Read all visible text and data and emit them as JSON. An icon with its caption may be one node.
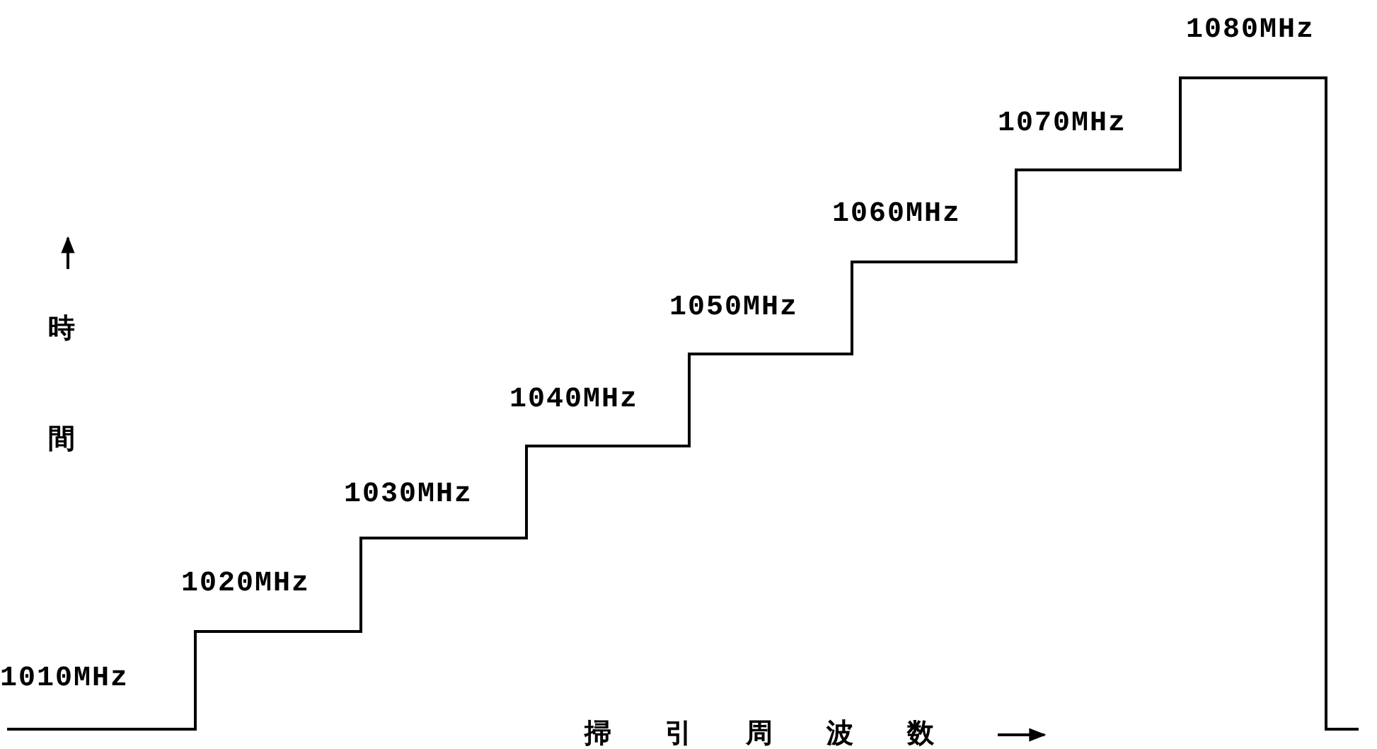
{
  "diagram": {
    "labels": [
      "1080MHz",
      "1070MHz",
      "1060MHz",
      "時間",
      "1050MHz",
      "1040MHz",
      "1030MHz",
      "1020MHz",
      "1010MHz",
      "掃引周波数"
    ]
  }
}
